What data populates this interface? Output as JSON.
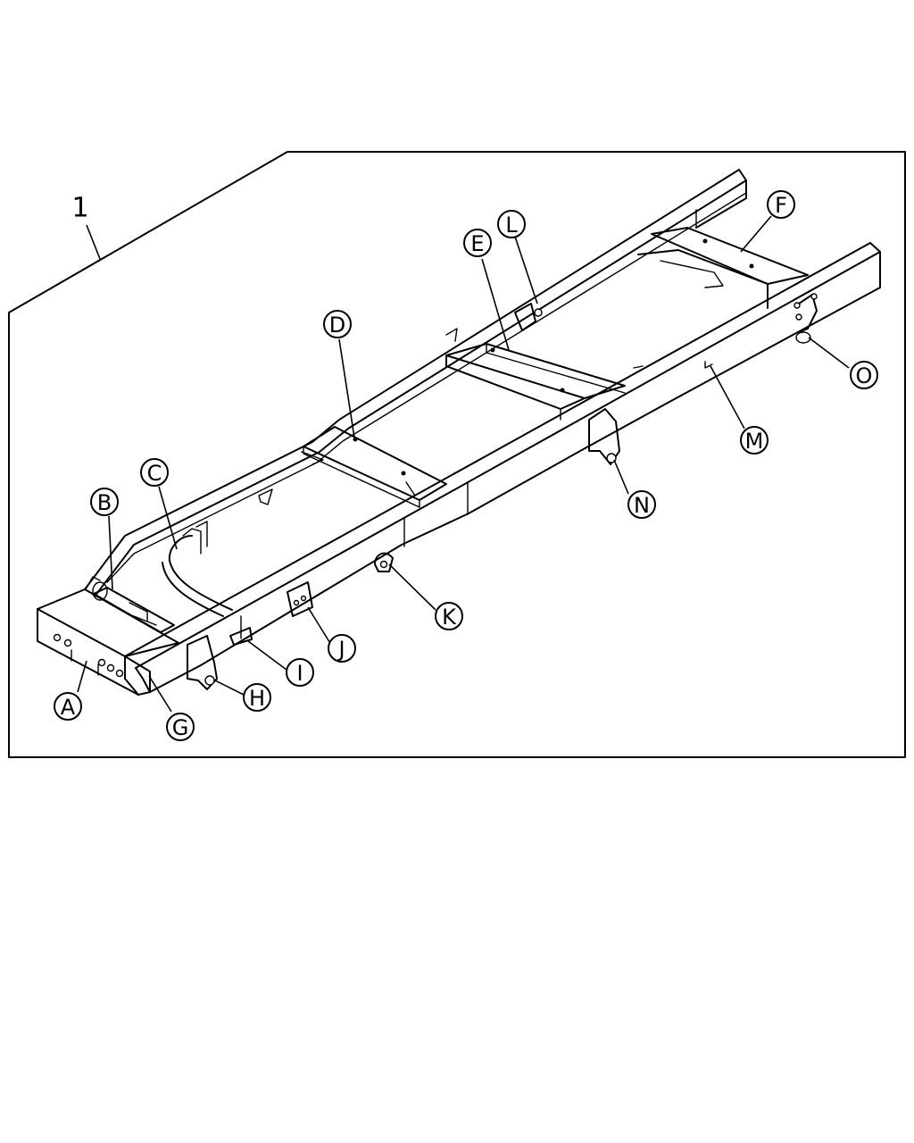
{
  "diagram": {
    "assembly_number": "1",
    "callouts": [
      {
        "id": "A",
        "label": "A"
      },
      {
        "id": "B",
        "label": "B"
      },
      {
        "id": "C",
        "label": "C"
      },
      {
        "id": "D",
        "label": "D"
      },
      {
        "id": "E",
        "label": "E"
      },
      {
        "id": "F",
        "label": "F"
      },
      {
        "id": "G",
        "label": "G"
      },
      {
        "id": "H",
        "label": "H"
      },
      {
        "id": "I",
        "label": "I"
      },
      {
        "id": "J",
        "label": "J"
      },
      {
        "id": "K",
        "label": "K"
      },
      {
        "id": "L",
        "label": "L"
      },
      {
        "id": "M",
        "label": "M"
      },
      {
        "id": "N",
        "label": "N"
      },
      {
        "id": "O",
        "label": "O"
      }
    ]
  }
}
